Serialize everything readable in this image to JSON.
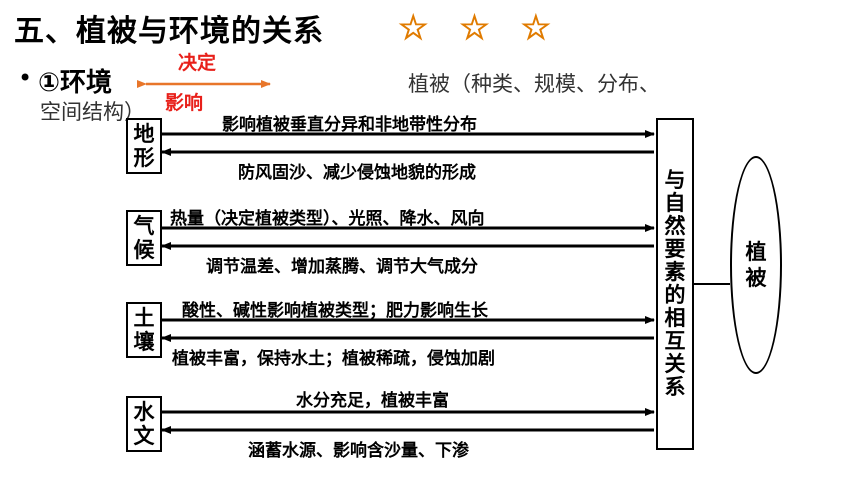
{
  "title": "五、植被与环境的关系",
  "stars": "☆ ☆ ☆",
  "bullet_symbol": "•",
  "environment_label": "①环境",
  "decide_label": "决定",
  "influence_label": "影响",
  "vegetation_desc_line1": "植被（种类、规模、分布、",
  "vegetation_desc_line2": "空间结构）",
  "factors": [
    {
      "chars": [
        "地",
        "形"
      ],
      "top_label": "影响植被垂直分异和非地带性分布",
      "bottom_label": "防风固沙、减少侵蚀地貌的形成"
    },
    {
      "chars": [
        "气",
        "候"
      ],
      "top_label": "热量（决定植被类型）、光照、降水、风向",
      "bottom_label": "调节温差、增加蒸腾、调节大气成分"
    },
    {
      "chars": [
        "土",
        "壤"
      ],
      "top_label": "酸性、碱性影响植被类型；肥力影响生长",
      "bottom_label": "植被丰富，保持水土；植被稀疏，侵蚀加剧"
    },
    {
      "chars": [
        "水",
        "文"
      ],
      "top_label": "水分充足，植被丰富",
      "bottom_label": "涵蓄水源、影响含沙量、下渗"
    }
  ],
  "relation_chars": [
    "与",
    "自",
    "然",
    "要",
    "素",
    "的",
    "相",
    "互",
    "关",
    "系"
  ],
  "vegetation_chars": [
    "植",
    "被"
  ],
  "colors": {
    "accent_red": "#e8201a",
    "arrow_orange": "#e8762a",
    "star_fill": "#ffd200"
  }
}
